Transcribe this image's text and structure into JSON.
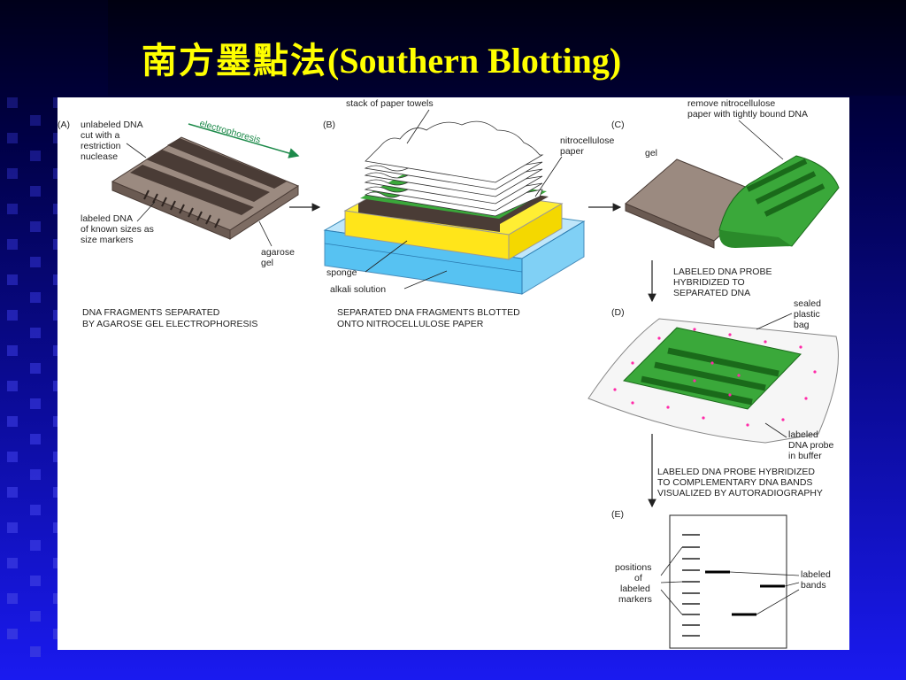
{
  "slide": {
    "title_cjk": "南方墨點法",
    "title_en": "(Southern Blotting)"
  },
  "colors": {
    "title": "#ffff00",
    "gel": "#8c7a70",
    "nitrocellulose": "#3aa83a",
    "sponge": "#ffee33",
    "alkali": "#3ab8f0",
    "probe": "#ff2aa8"
  },
  "panelA": {
    "tag": "(A)",
    "label_unlabeled": [
      "unlabeled DNA",
      "cut with a",
      "restriction",
      "nuclease"
    ],
    "label_electro": "electrophoresis",
    "label_labeled": [
      "labeled DNA",
      "of known sizes as",
      "size markers"
    ],
    "label_agarose": [
      "agarose",
      "gel"
    ],
    "caption": [
      "DNA FRAGMENTS SEPARATED",
      "BY AGAROSE GEL ELECTROPHORESIS"
    ]
  },
  "panelB": {
    "tag": "(B)",
    "label_towels": "stack of paper towels",
    "label_nitro": [
      "nitrocellulose",
      "paper"
    ],
    "label_sponge": "sponge",
    "label_alkali": "alkali solution",
    "caption": [
      "SEPARATED DNA FRAGMENTS BLOTTED",
      "ONTO NITROCELLULOSE PAPER"
    ]
  },
  "panelC": {
    "tag": "(C)",
    "label_remove": [
      "remove nitrocellulose",
      "paper with tightly bound DNA"
    ],
    "label_gel": "gel",
    "step": [
      "LABELED DNA PROBE",
      "HYBRIDIZED TO",
      "SEPARATED DNA"
    ]
  },
  "panelD": {
    "tag": "(D)",
    "label_bag": [
      "sealed",
      "plastic",
      "bag"
    ],
    "label_probe": [
      "labeled",
      "DNA probe",
      "in buffer"
    ],
    "step": [
      "LABELED DNA PROBE HYBRIDIZED",
      "TO COMPLEMENTARY DNA BANDS",
      "VISUALIZED BY AUTORADIOGRAPHY"
    ]
  },
  "panelE": {
    "tag": "(E)",
    "label_markers": [
      "positions",
      "of",
      "labeled",
      "markers"
    ],
    "label_bands": [
      "labeled",
      "bands"
    ]
  }
}
